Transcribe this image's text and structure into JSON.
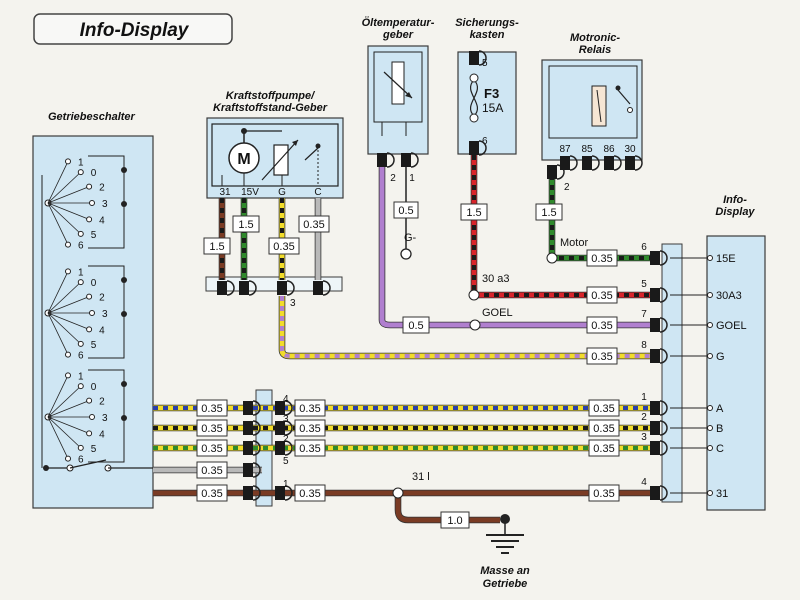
{
  "title": "Info-Display",
  "components": {
    "getriebeschalter": "Getriebeschalter",
    "kraftstoff_line1": "Kraftstoffpumpe/",
    "kraftstoff_line2": "Kraftstoffstand-Geber",
    "oeltemp_line1": "Öltemperatur-",
    "oeltemp_line2": "geber",
    "sicherung_line1": "Sicherungs-",
    "sicherung_line2": "kasten",
    "motronic_line1": "Motronic-",
    "motronic_line2": "Relais",
    "info_line1": "Info-",
    "info_line2": "Display",
    "masse_line1": "Masse an",
    "masse_line2": "Getriebe"
  },
  "fuse": {
    "name": "F3",
    "rating": "15A",
    "pin_in": "5",
    "pin_out": "6"
  },
  "motor_symbol": "M",
  "pump_pins": [
    "31",
    "15V",
    "G",
    "C"
  ],
  "relay_pins": [
    "87",
    "85",
    "86",
    "30"
  ],
  "relay_out_pin": "2",
  "oil_pins": [
    "2",
    "1"
  ],
  "gminus": "G-",
  "gearbox_groups": [
    [
      "1",
      "0",
      "2",
      "3",
      "4",
      "5",
      "6"
    ],
    [
      "1",
      "0",
      "2",
      "3",
      "4",
      "5",
      "6"
    ],
    [
      "1",
      "0",
      "2",
      "3",
      "4",
      "5",
      "6"
    ]
  ],
  "display_pins": [
    {
      "num": "6",
      "label": "15E"
    },
    {
      "num": "5",
      "label": "30A3"
    },
    {
      "num": "7",
      "label": "GOEL"
    },
    {
      "num": "8",
      "label": "G"
    },
    {
      "num": "1",
      "label": "A"
    },
    {
      "num": "2",
      "label": "B"
    },
    {
      "num": "3",
      "label": "C"
    },
    {
      "num": "4",
      "label": "31"
    }
  ],
  "connector_pins": [
    "4",
    "3",
    "2",
    "5",
    "1"
  ],
  "pump_conn_pin": "3",
  "net_labels": {
    "motor": "Motor",
    "a3": "30 a3",
    "goel": "GOEL",
    "l31": "31 l"
  },
  "wire_sizes": {
    "pump": [
      "1.5",
      "1.5",
      "0.35",
      "0.35"
    ],
    "oil_small": "0.5",
    "fuse": "1.5",
    "relay": "1.5",
    "display_top": [
      "0.35",
      "0.35",
      "0.35",
      "0.35"
    ],
    "goel_mid": "0.5",
    "left": [
      "0.35",
      "0.35",
      "0.35",
      "0.35",
      "0.35"
    ],
    "mid": [
      "0.35",
      "0.35",
      "0.35",
      "0.35"
    ],
    "right": [
      "0.35",
      "0.35",
      "0.35",
      "0.35"
    ],
    "ground": "1.0"
  },
  "colors": {
    "brown": "#7a3b24",
    "green": "#2f8a2c",
    "yellow": "#f2dc2a",
    "red": "#d8232a",
    "violet": "#b07fcf",
    "gray": "#b9b9b9",
    "blue": "#2b3fa8",
    "black": "#1a1a1a",
    "box_fill": "#cfe6f3",
    "box_stroke": "#3b3b3b"
  }
}
